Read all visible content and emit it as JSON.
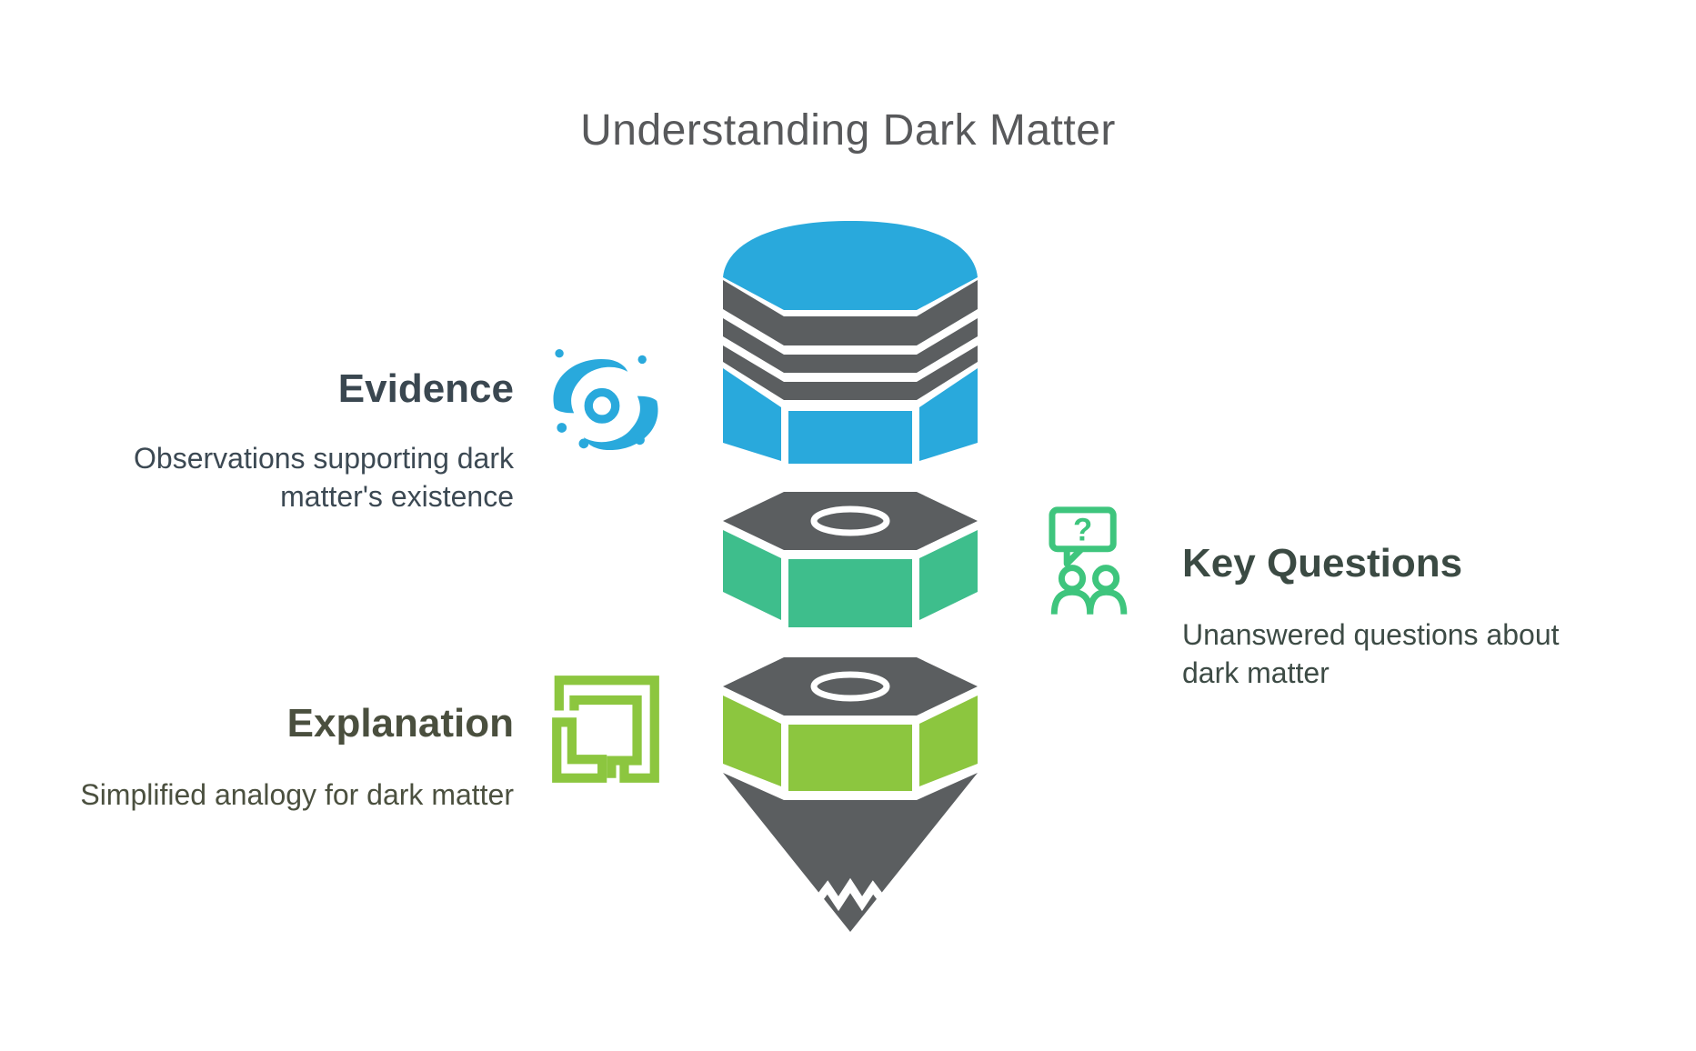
{
  "title": "Understanding Dark Matter",
  "palette": {
    "blue": "#29A9DC",
    "dark": "#5B5E60",
    "teal_green": "#3EBE8C",
    "light_green": "#8CC63F",
    "icon_green": "#3EC57D"
  },
  "sections": {
    "evidence": {
      "heading": "Evidence",
      "description": "Observations supporting dark matter's existence",
      "icon": "galaxy-icon",
      "heading_color": "#3A4750",
      "accent_color": "#29A9DC"
    },
    "key_questions": {
      "heading": "Key Questions",
      "description": "Unanswered questions about dark matter",
      "icon": "question-speech-people-icon",
      "icon_question_mark": "?",
      "heading_color": "#3B4A43",
      "accent_color": "#3EC57D"
    },
    "explanation": {
      "heading": "Explanation",
      "description": "Simplified analogy for dark matter",
      "icon": "corner-brackets-icon",
      "heading_color": "#4A4F3E",
      "accent_color": "#8CC63F"
    }
  },
  "funnel": {
    "style": "pencil-shaped vertical funnel with broken tip",
    "segments": [
      {
        "label": "rounded cap",
        "color": "#29A9DC"
      },
      {
        "label": "three ferrule bands",
        "color": "#5B5E60"
      },
      {
        "label": "evidence segment",
        "color": "#29A9DC"
      },
      {
        "label": "key questions segment",
        "color": "#3EBE8C"
      },
      {
        "label": "explanation segment",
        "color": "#8CC63F"
      },
      {
        "label": "cone tip (broken)",
        "color": "#5B5E60"
      }
    ]
  }
}
